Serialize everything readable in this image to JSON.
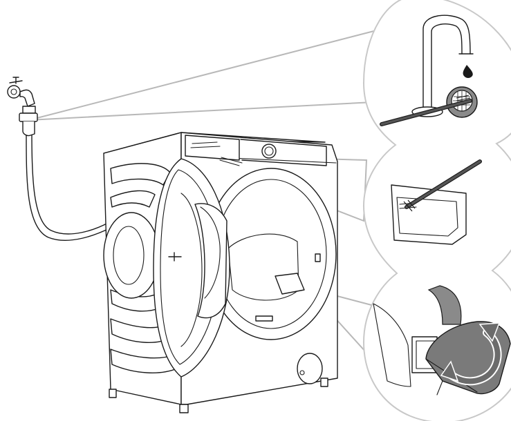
{
  "diagram": {
    "colors": {
      "line": "#1a1a1a",
      "guide": "#b8b8b8",
      "callout_outline": "#c8c8c8",
      "brush_handle": "#555555",
      "filter_gray": "#8a8a8a",
      "valve_gray": "#7a7a7a",
      "arrow_gray": "#6b6b6b",
      "background": "#ffffff"
    },
    "callouts": [
      {
        "name": "inlet-filter-cleaning",
        "icons": [
          "faucet-icon",
          "water-drop-icon",
          "mesh-filter-icon",
          "brush-icon"
        ]
      },
      {
        "name": "detergent-drawer-cleaning",
        "icons": [
          "drawer-icon",
          "brush-icon"
        ]
      },
      {
        "name": "drain-valve-turning",
        "icons": [
          "valve-knob-icon",
          "rotate-arrow-icon"
        ]
      }
    ]
  }
}
